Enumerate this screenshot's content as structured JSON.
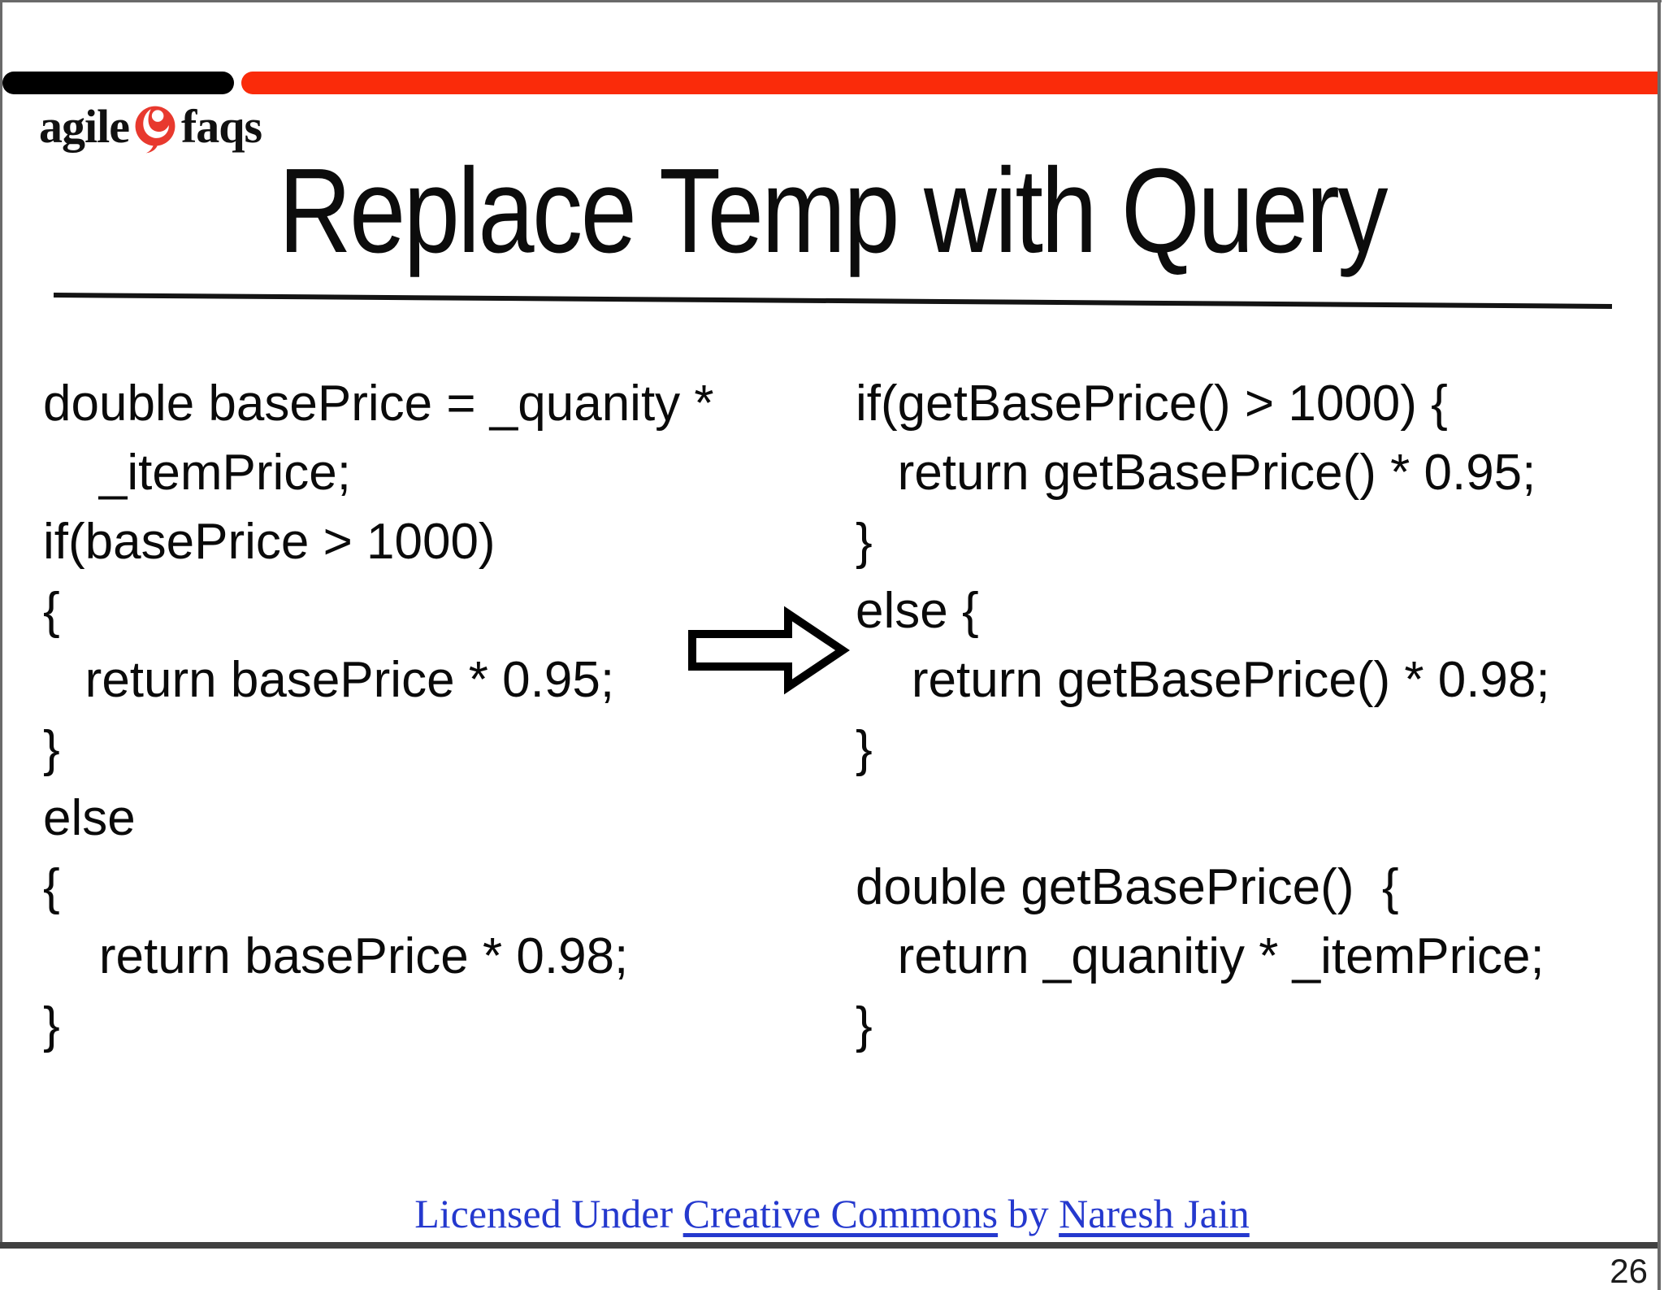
{
  "logo": {
    "word1": "agile",
    "word2": "faqs"
  },
  "title": "Replace Temp with Query",
  "code_before": {
    "lines": [
      "double basePrice = _quanity *",
      "    _itemPrice;",
      "if(basePrice > 1000)",
      "{",
      "   return basePrice * 0.95;",
      "}",
      "else",
      "{",
      "    return basePrice * 0.98;",
      "}"
    ]
  },
  "code_after": {
    "lines": [
      "if(getBasePrice() > 1000) {",
      "   return getBasePrice() * 0.95;",
      "}",
      "else {",
      "    return getBasePrice() * 0.98;",
      "}",
      " ",
      "double getBasePrice()  {",
      "   return _quanitiy * _itemPrice;",
      "}"
    ]
  },
  "footer": {
    "text_prefix": "Licensed Under ",
    "link_creative_commons": "Creative Commons",
    "text_by": " by ",
    "link_author": "Naresh Jain"
  },
  "page_number": "26",
  "icons": {
    "logo_icon": "flame-question-mark-in-red-circle",
    "arrow_icon": "right-arrow"
  },
  "colors": {
    "bar_black": "#000000",
    "bar_red": "#fa2b0a",
    "logo_red": "#e8392e",
    "link_blue": "#2539ce",
    "border_gray": "#6a6a6a",
    "border_dark": "#414141"
  }
}
